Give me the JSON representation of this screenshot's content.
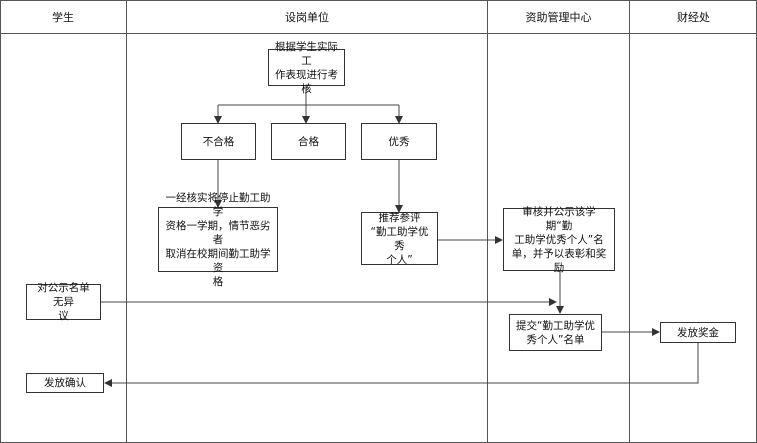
{
  "lanes": {
    "student": "学生",
    "unit": "设岗单位",
    "center": "资助管理中心",
    "finance": "财经处"
  },
  "nodes": {
    "evaluate": "根据学生实际工\n作表现进行考核",
    "fail": "不合格",
    "pass": "合格",
    "excellent": "优秀",
    "stop": "一经核实将停止勤工助学\n资格一学期，情节恶劣者\n取消在校期间勤工助学资\n格",
    "recommend": "推荐参评\n“勤工助学优秀\n个人”",
    "review": "审核并公示该学期“勤\n工助学优秀个人”名\n单，并予以表彰和奖励",
    "no_objection": "对公示名单无异\n议",
    "submit": "提交“勤工助学优\n秀个人”名单",
    "issue_award": "发放奖金",
    "confirm": "发放确认"
  }
}
